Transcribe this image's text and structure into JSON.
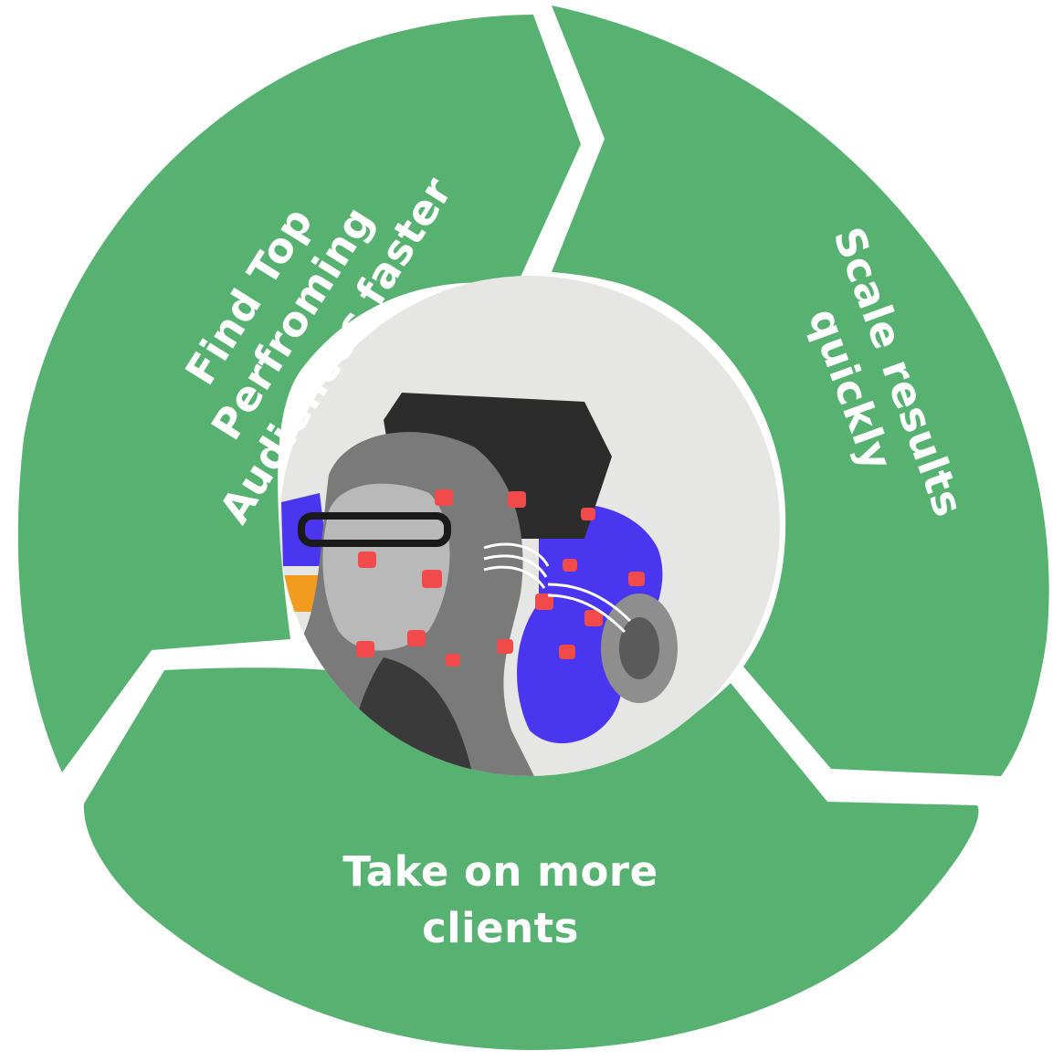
{
  "diagram": {
    "segment_color": "#57b272",
    "label_color": "#ffffff",
    "segments": [
      {
        "lines": [
          "Find Top",
          "Perfroming",
          "Audiences faster"
        ]
      },
      {
        "lines": [
          "Scale results",
          "quickly"
        ]
      },
      {
        "lines": [
          "Take on more",
          "clients"
        ]
      }
    ]
  },
  "center_image": {
    "description": "collage of woman listening with hand to ear, building, megaphone and social icons",
    "colors": {
      "paper": "#e6e6e4",
      "accent_blue": "#4b36f0",
      "accent_orange": "#f29c1f",
      "icon_red": "#f04a4a"
    }
  }
}
